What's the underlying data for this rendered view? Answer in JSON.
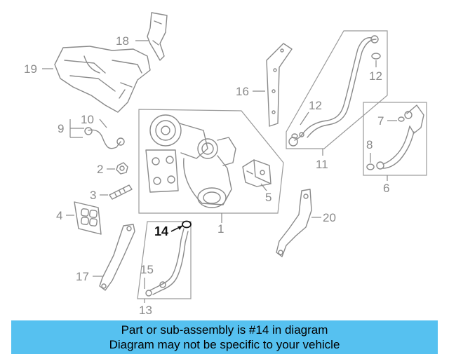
{
  "labels": {
    "l1": "1",
    "l2": "2",
    "l3": "3",
    "l4": "4",
    "l5": "5",
    "l6": "6",
    "l7": "7",
    "l8": "8",
    "l9": "9",
    "l10": "10",
    "l11": "11",
    "l12a": "12",
    "l12b": "12",
    "l13": "13",
    "l14": "14",
    "l15": "15",
    "l16": "16",
    "l17": "17",
    "l18": "18",
    "l19": "19",
    "l20": "20"
  },
  "highlighted_part": "14",
  "banner": {
    "line1": "Part or sub-assembly is #14 in diagram",
    "line2": "Diagram may not be specific to your vehicle",
    "color": "#56c1f0"
  }
}
